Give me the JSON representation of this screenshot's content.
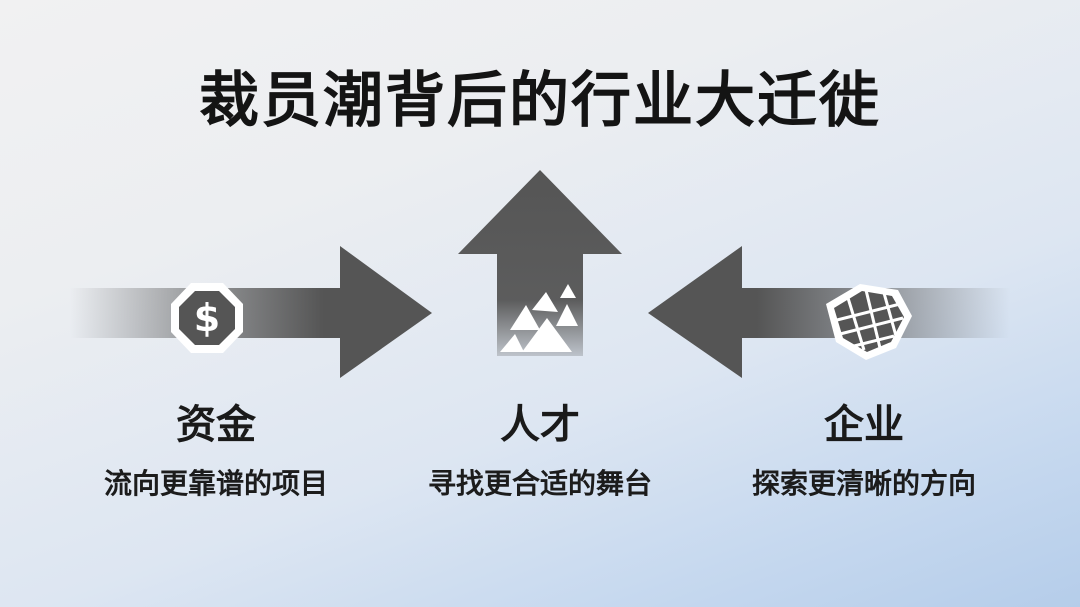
{
  "title": "裁员潮背后的行业大迁徙",
  "columns": [
    {
      "name": "资金",
      "desc": "流向更靠谱的项目",
      "icon": "dollar-octagon-icon"
    },
    {
      "name": "人才",
      "desc": "寻找更合适的舞台",
      "icon": "triangles-icon"
    },
    {
      "name": "企业",
      "desc": "探索更清晰的方向",
      "icon": "globe-grid-icon"
    }
  ],
  "colors": {
    "arrow": "#555555",
    "icon_fill": "#ffffff"
  }
}
